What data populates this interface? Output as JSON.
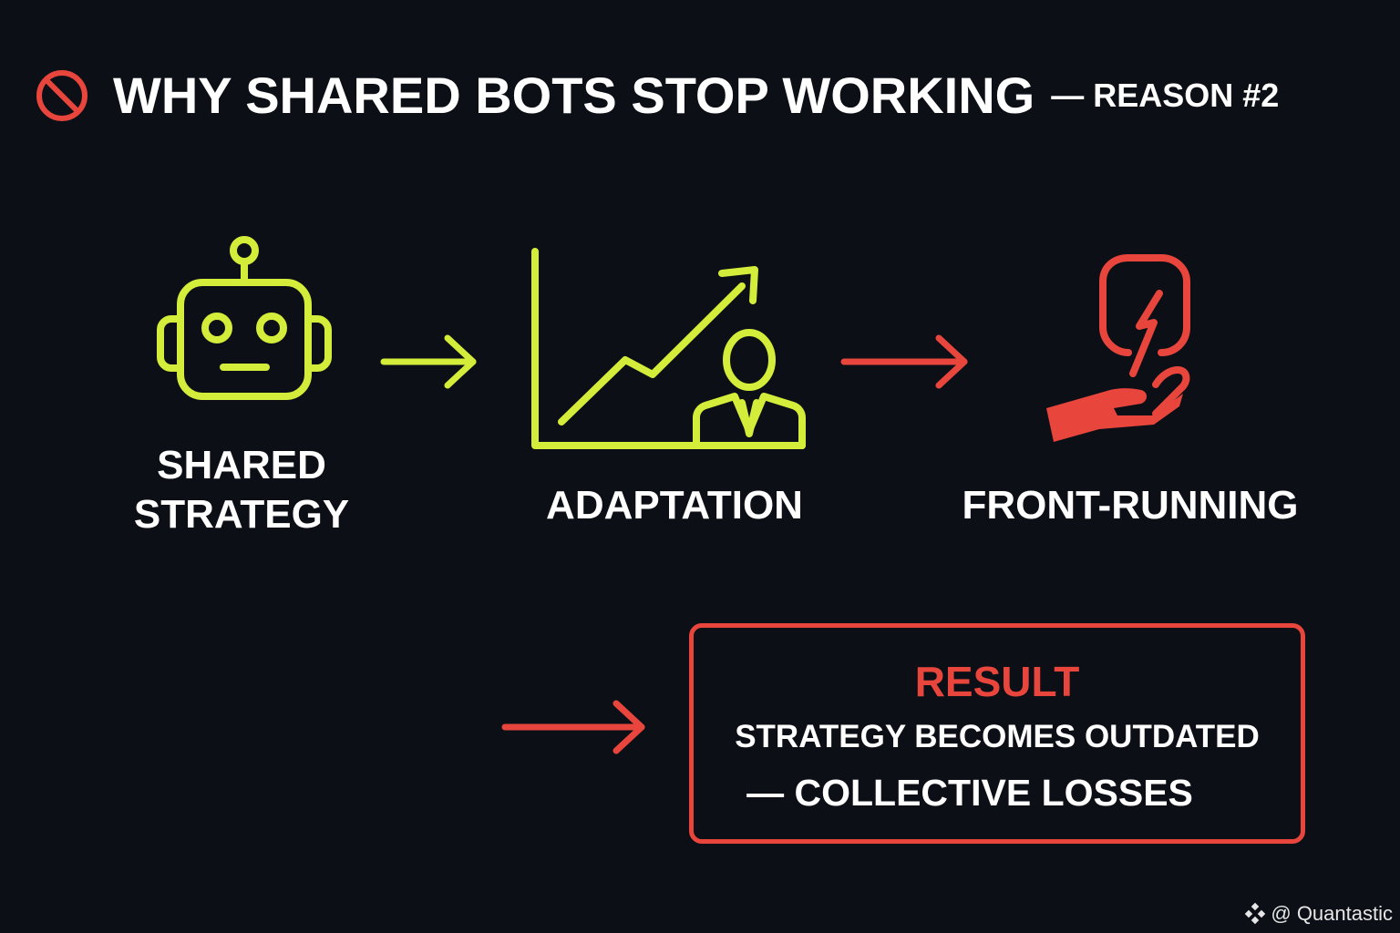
{
  "title": {
    "main": "WHY SHARED BOTS STOP WORKING",
    "sub": "— REASON #2",
    "icon": "prohibited-icon"
  },
  "colors": {
    "background": "#0c1016",
    "accent_green": "#d4ec3a",
    "accent_red": "#e8453c",
    "text": "#ffffff"
  },
  "steps": [
    {
      "label_line1": "SHARED",
      "label_line2": "STRATEGY",
      "icon": "robot-icon"
    },
    {
      "label": "ADAPTATION",
      "icon": "rising-chart-person-icon"
    },
    {
      "label": "FRONT-RUNNING",
      "icon": "hand-lightning-icon"
    }
  ],
  "result": {
    "title": "RESULT",
    "line1": "STRATEGY BECOMES OUTDATED",
    "line2": "— COLLECTIVE LOSSES"
  },
  "watermark": "@ Quantastic"
}
